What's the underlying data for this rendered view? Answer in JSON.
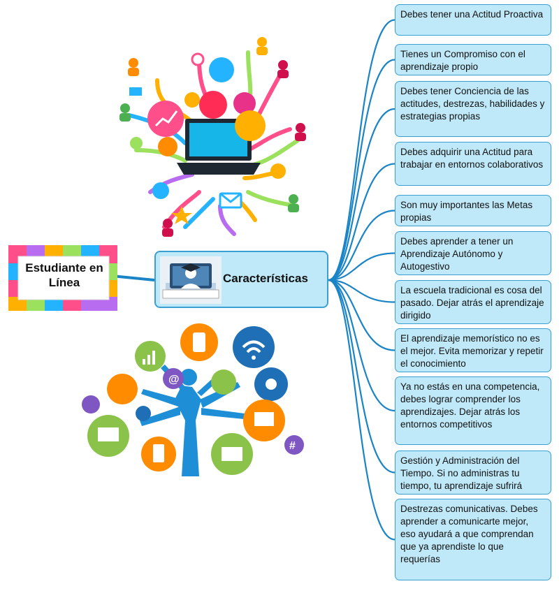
{
  "root": {
    "label": "Estudiante en Línea"
  },
  "central": {
    "label": "Características",
    "image_icon": "graduate-at-laptop-icon"
  },
  "items": [
    "Debes tener una Actitud Proactiva",
    "Tienes un Compromiso con el aprendizaje propio",
    "Debes tener Conciencia de las actitudes, destrezas, habilidades y estrategias propias",
    "Debes adquirir una Actitud para trabajar en entornos colaborativos",
    "Son muy importantes las Metas propias",
    "Debes aprender a tener un Aprendizaje Autónomo y Autogestivo",
    "La escuela tradicional es cosa del pasado. Dejar atrás el aprendizaje dirigido",
    "El aprendizaje memorístico no es el mejor. Evita memorizar y repetir el conocimiento",
    "Ya no estás en una competencia, debes lograr comprender los aprendizajes. Dejar atrás los entornos competitivos",
    "Gestión y Administración del Tiempo. Si no administras tu tiempo, tu aprendizaje sufrirá",
    "Destrezas comunicativas. Debes aprender a comunicarte mejor, eso ayudará a que comprendan que ya aprendiste lo que requerías"
  ],
  "colors": {
    "node_fill": "#bfe9f8",
    "node_border": "#3a9fd3",
    "connector": "#1a84c7",
    "puzzle": [
      "#ff4f8b",
      "#b86cf0",
      "#ffb000",
      "#9be15d",
      "#24b4ff"
    ]
  },
  "illustrations": {
    "top": "laptop-social-network-icon",
    "bottom": "multitasking-person-devices-icon"
  }
}
